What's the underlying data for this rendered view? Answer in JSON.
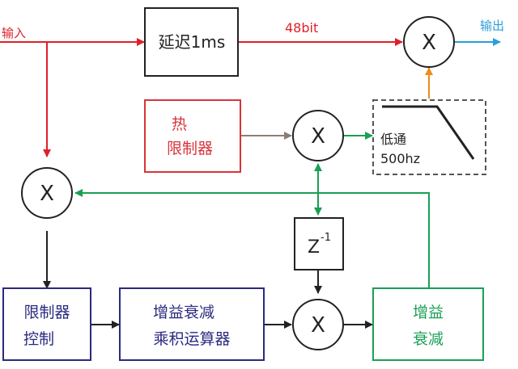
{
  "labels": {
    "input": "输入",
    "output": "输出",
    "bitwidth": "48bit"
  },
  "blocks": {
    "delay": "延迟1ms",
    "thermal_limiter": [
      "热",
      "限制器"
    ],
    "lowpass": [
      "低通",
      "500hz"
    ],
    "unit_delay_base": "Z",
    "unit_delay_exp": "-1",
    "limiter_control": [
      "限制器",
      "控制"
    ],
    "gain_product": [
      "增益衰减",
      "乘积运算器"
    ],
    "gain_decay": [
      "增益",
      "衰减"
    ]
  },
  "multiplier_symbol": "X",
  "colors": {
    "input_path": "#e0202a",
    "output": "#2a9fd8",
    "filter_feed": "#f08c1c",
    "feedback": "#1a9f55",
    "thermal_feed": "#8c7d74",
    "thermal_box": "#d8343a",
    "blue_box": "#2a2a80",
    "green_box": "#1a9f55",
    "filter_box": "#555555",
    "black": "#222222"
  }
}
